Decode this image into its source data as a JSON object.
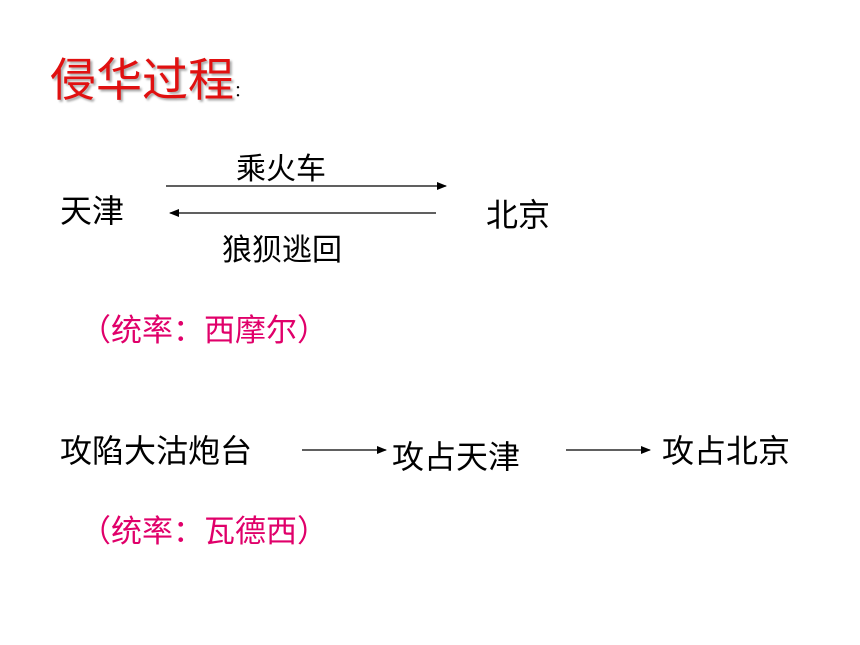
{
  "title": {
    "text": "侵华过程",
    "colon": "："
  },
  "route1": {
    "from": "天津",
    "to": "北京",
    "forward_label": "乘火车",
    "return_label": "狼狈逃回",
    "commander_note": "（统率：西摩尔）"
  },
  "route2": {
    "step1": "攻陷大沽炮台",
    "step2": "攻占天津",
    "step3": "攻占北京",
    "commander_note": "（统率：瓦德西）"
  },
  "colors": {
    "title": "#e01010",
    "commander_note": "#e0006a",
    "text": "#000000",
    "arrow": "#000000"
  }
}
